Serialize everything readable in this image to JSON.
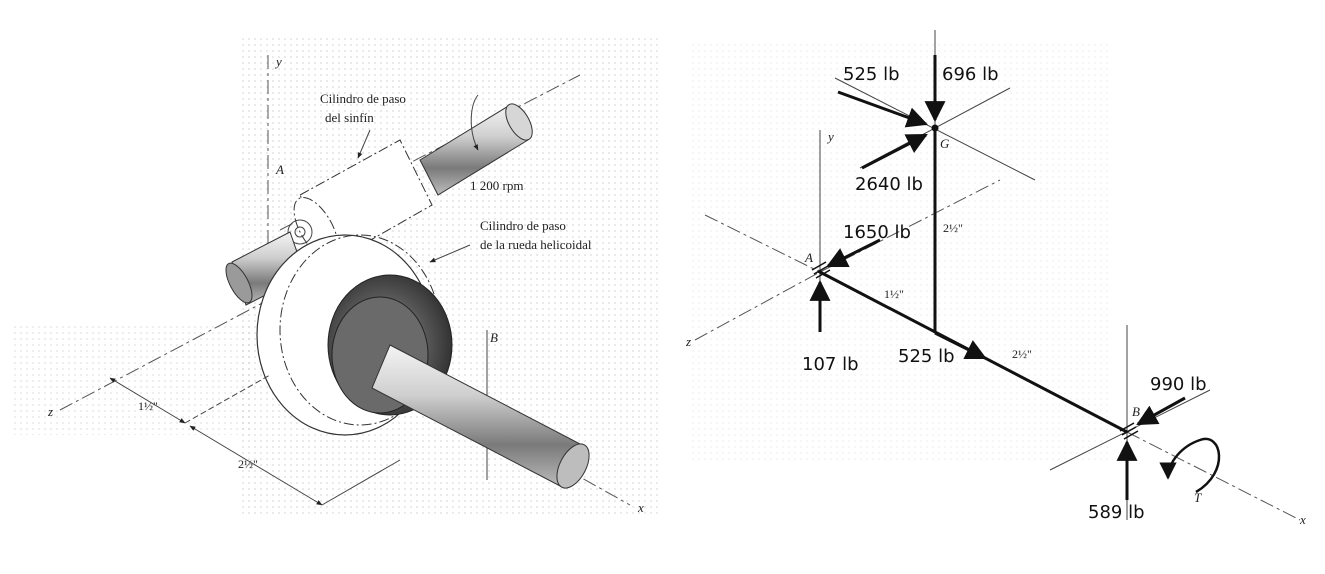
{
  "left_figure": {
    "axis_y": "y",
    "axis_z": "z",
    "axis_x": "x",
    "point_a": "A",
    "point_b": "B",
    "label_worm_1": "Cilindro de paso",
    "label_worm_2": "del sinfín",
    "label_gear_1": "Cilindro de paso",
    "label_gear_2": "de la rueda helicoidal",
    "speed": "1 200 rpm",
    "dim_1": "1½\"",
    "dim_2": "2½\""
  },
  "right_figure": {
    "axis_y": "y",
    "axis_z": "z",
    "axis_x": "x",
    "point_a": "A",
    "point_b": "B",
    "point_g": "G",
    "torque": "T",
    "dim_ag": "2½\"",
    "dim_a1": "1½\"",
    "dim_a2": "2½\"",
    "forces": {
      "f525_top": "525 lb",
      "f696": "696 lb",
      "f2640": "2640 lb",
      "f1650": "1650 lb",
      "f107": "107 lb",
      "f525_mid": "525 lb",
      "f990": "990 lb",
      "f589": "589 lb"
    }
  },
  "colors": {
    "ink": "#111111",
    "dash": "#555555",
    "shade": "#9a9a9a"
  }
}
